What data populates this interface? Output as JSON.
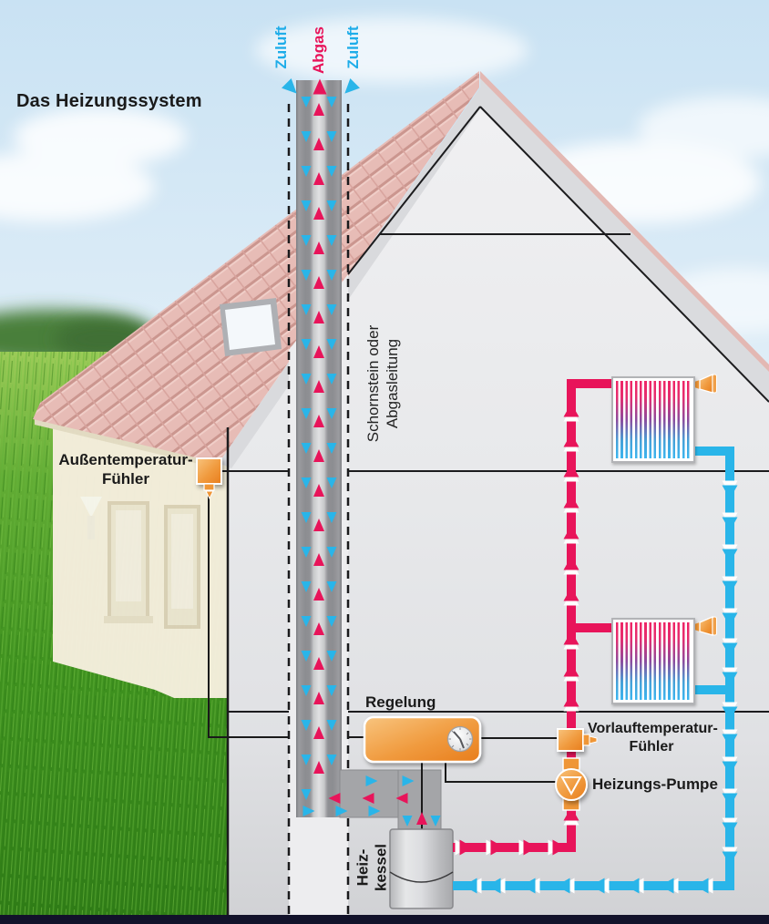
{
  "title": "Das Heizungssystem",
  "chimney": {
    "supply_left": "Zuluft",
    "exhaust": "Abgas",
    "supply_right": "Zuluft",
    "label_line1": "Schornstein oder",
    "label_line2": "Abgasleitung"
  },
  "components": {
    "outdoor_sensor": {
      "line1": "Außentemperatur-",
      "line2": "Fühler"
    },
    "control_unit": {
      "label": "Regelung"
    },
    "flow_sensor": {
      "line1": "Vorlauftemperatur-",
      "line2": "Fühler"
    },
    "pump": {
      "label": "Heizungs-Pumpe"
    },
    "boiler": {
      "line1": "Heiz-",
      "line2": "kessel"
    }
  },
  "colors": {
    "supply_air_cyan": "#1fade9",
    "exhaust_gas_red": "#e8145a",
    "flow_pipe_red": "#e8145a",
    "return_pipe_cyan": "#29b5e9",
    "component_orange": "#f09a3e",
    "roof_pink": "#e7bcb6",
    "house_gray": "#e9eaec"
  }
}
